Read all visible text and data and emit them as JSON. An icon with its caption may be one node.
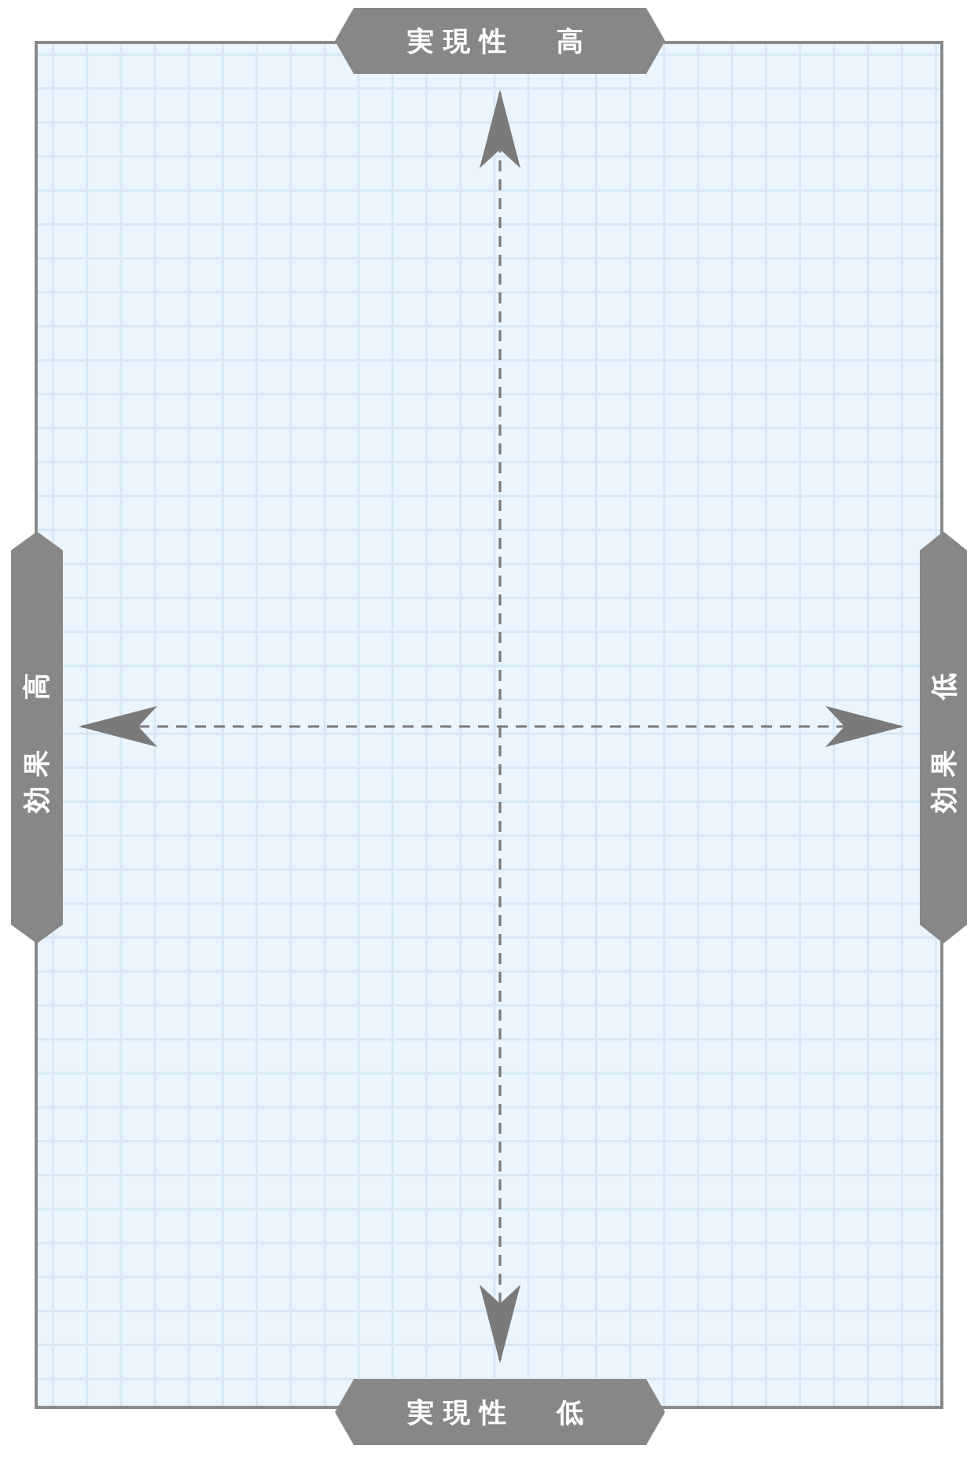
{
  "diagram": {
    "nodes": [
      {
        "text": [
          "実現性 高"
        ]
      },
      {
        "text": [
          "効果 高"
        ]
      },
      {
        "text": [
          "効果 低"
        ]
      },
      {
        "text": [
          "実現性 低"
        ]
      }
    ],
    "edges": [
      {
        "from": 3,
        "to": 0,
        "arrow": "both",
        "style": "dashed"
      },
      {
        "from": 1,
        "to": 2,
        "arrow": "both",
        "style": "dashed"
      }
    ]
  }
}
